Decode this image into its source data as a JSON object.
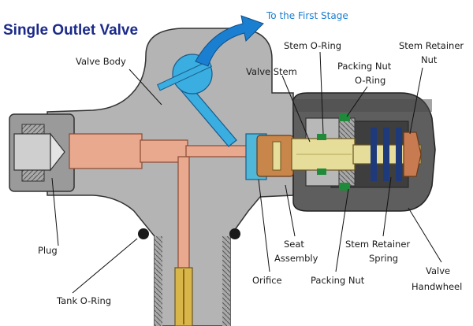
{
  "title": "Single Outlet Valve",
  "flow_label": "To the First Stage",
  "labels": {
    "valve_body": "Valve Body",
    "stem_oring": "Stem O-Ring",
    "stem_retainer_nut_1": "Stem Retainer",
    "stem_retainer_nut_2": "Nut",
    "valve_stem": "Valve Stem",
    "packing_nut_oring_1": "Packing Nut",
    "packing_nut_oring_2": "O-Ring",
    "plug": "Plug",
    "seat_assembly_1": "Seat",
    "seat_assembly_2": "Assembly",
    "stem_retainer_spring_1": "Stem Retainer",
    "stem_retainer_spring_2": "Spring",
    "valve_handwheel_1": "Valve",
    "valve_handwheel_2": "Handwheel",
    "tank_oring": "Tank O-Ring",
    "orifice": "Orifice",
    "packing_nut": "Packing Nut"
  },
  "colors": {
    "title": "#1b2a8a",
    "flow_arrow": "#1a7fd0",
    "body": "#b4b4b4",
    "passage": "#e8a98f",
    "handwheel": "#5a5a5a",
    "seat": "#c8864a",
    "stem": "#e6dd9a",
    "oring": "#1e8a3a"
  }
}
